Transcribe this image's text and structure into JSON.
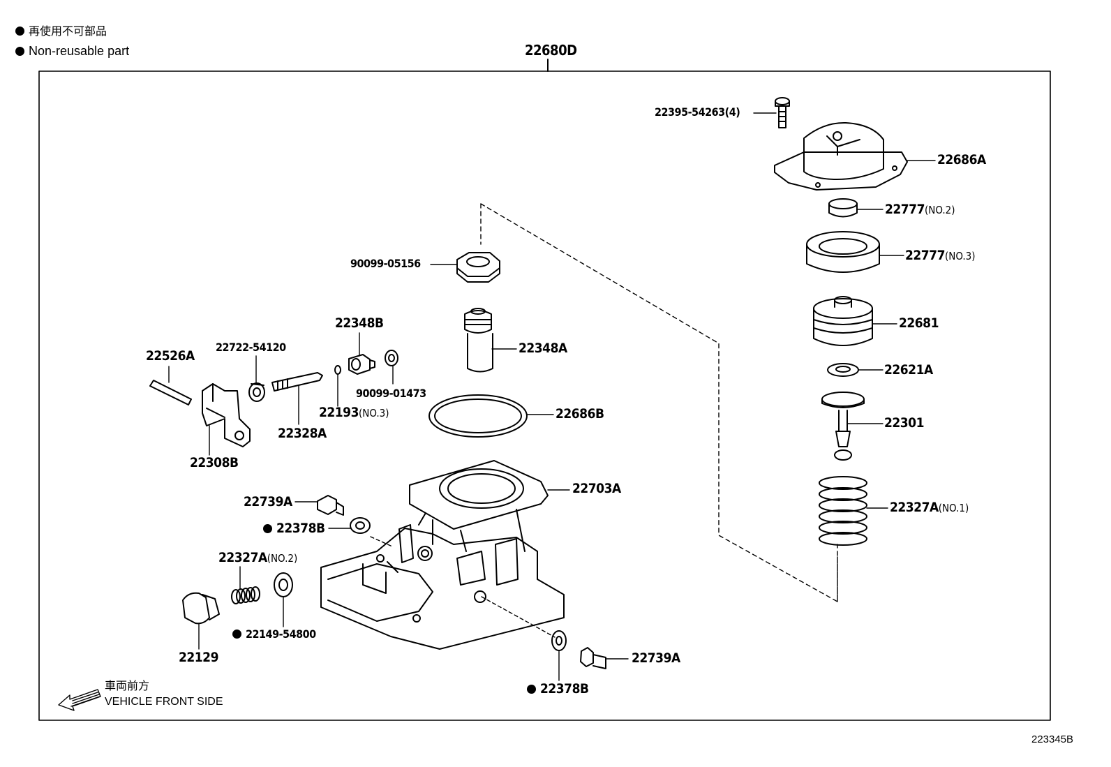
{
  "legend": {
    "jp": "再使用不可部品",
    "en": "Non-reusable part"
  },
  "assembly_label": "22680D",
  "figure_id": "223345B",
  "front_side": {
    "jp": "車両前方",
    "en": "VEHICLE FRONT SIDE"
  },
  "parts": {
    "p22395": {
      "num": "22395-54263",
      "qty": "(4)"
    },
    "p22686A": {
      "num": "22686A"
    },
    "p22777_2": {
      "num": "22777",
      "note": "(NO.2)"
    },
    "p22777_3": {
      "num": "22777",
      "note": "(NO.3)"
    },
    "p22681": {
      "num": "22681"
    },
    "p22621A": {
      "num": "22621A"
    },
    "p22301": {
      "num": "22301"
    },
    "p22327A_1": {
      "num": "22327A",
      "note": "(NO.1)"
    },
    "p90099_05156": {
      "num": "90099-05156"
    },
    "p22348B": {
      "num": "22348B"
    },
    "p22348A": {
      "num": "22348A"
    },
    "p22526A": {
      "num": "22526A"
    },
    "p22722": {
      "num": "22722-54120"
    },
    "p90099_01473": {
      "num": "90099-01473"
    },
    "p22193": {
      "num": "22193",
      "note": "(NO.3)"
    },
    "p22686B": {
      "num": "22686B"
    },
    "p22328A": {
      "num": "22328A"
    },
    "p22308B": {
      "num": "22308B"
    },
    "p22703A": {
      "num": "22703A"
    },
    "p22739A_1": {
      "num": "22739A"
    },
    "p22378B_1": {
      "num": "22378B"
    },
    "p22327A_2": {
      "num": "22327A",
      "note": "(NO.2)"
    },
    "p22149": {
      "num": "22149-54800"
    },
    "p22129": {
      "num": "22129"
    },
    "p22739A_2": {
      "num": "22739A"
    },
    "p22378B_2": {
      "num": "22378B"
    }
  }
}
